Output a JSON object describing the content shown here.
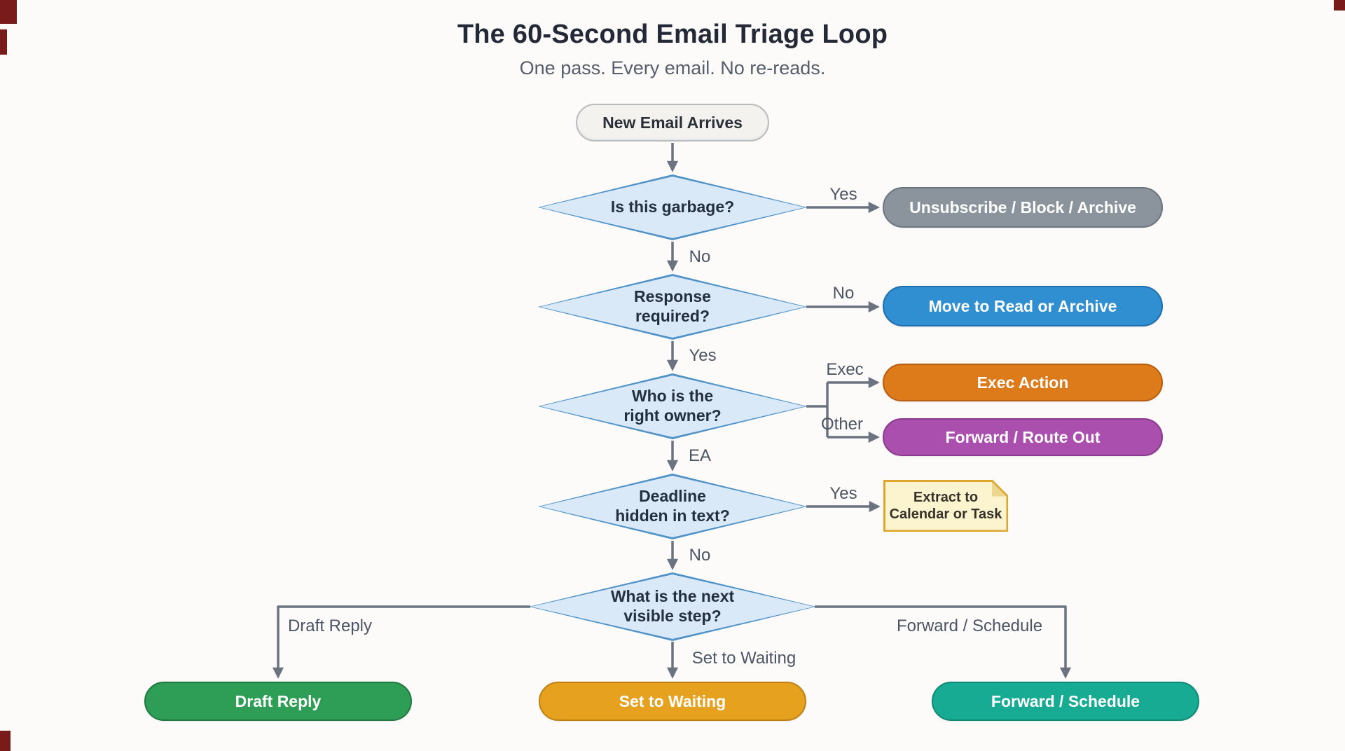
{
  "title": "The 60-Second Email Triage Loop",
  "subtitle": "One pass. Every email. No re-reads.",
  "styles": {
    "connector_color": "#6b7280",
    "decision_fill": "#d9e9f8",
    "decision_border": "#4e92c8",
    "edge_label_color": "#4b5563"
  },
  "nodes": {
    "start": {
      "label": "New Email Arrives",
      "bg": "#f3f2ef",
      "border": "#b9bcbe"
    },
    "is_garbage": {
      "label": "Is this garbage?"
    },
    "response_required": {
      "label": "Response\nrequired?"
    },
    "right_owner": {
      "label": "Who is the\nright owner?"
    },
    "deadline_hidden": {
      "label": "Deadline\nhidden in text?"
    },
    "next_visible_step": {
      "label": "What is the next\nvisible step?"
    },
    "unsubscribe": {
      "label": "Unsubscribe / Block / Archive",
      "bg": "#8b949c",
      "border": "#6c757d"
    },
    "read_archive": {
      "label": "Move to Read or Archive",
      "bg": "#2f8fd0",
      "border": "#1f6fae"
    },
    "exec_action": {
      "label": "Exec Action",
      "bg": "#dd7a1a",
      "border": "#b85e10"
    },
    "forward_route": {
      "label": "Forward / Route Out",
      "bg": "#ab4fae",
      "border": "#8a3a8d"
    },
    "extract": {
      "label": "Extract to\nCalendar or Task",
      "bg": "#fcf3cf",
      "border": "#dda62c"
    },
    "draft_reply": {
      "label": "Draft Reply",
      "bg": "#2e9e57",
      "border": "#20793f"
    },
    "set_waiting": {
      "label": "Set to Waiting",
      "bg": "#e6a11f",
      "border": "#bf8113"
    },
    "forward_schedule": {
      "label": "Forward / Schedule",
      "bg": "#17ab93",
      "border": "#0e8a76"
    }
  },
  "edge_labels": {
    "yes1": "Yes",
    "no1": "No",
    "no2": "No",
    "yes2": "Yes",
    "exec": "Exec",
    "other": "Other",
    "ea": "EA",
    "yes3": "Yes",
    "no3": "No",
    "draft": "Draft Reply",
    "waiting": "Set to Waiting",
    "forward": "Forward / Schedule"
  }
}
